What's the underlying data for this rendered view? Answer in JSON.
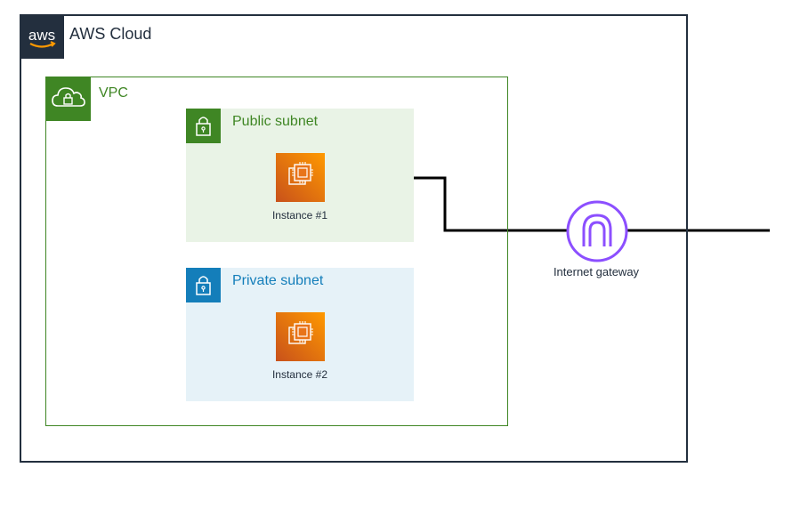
{
  "cloud": {
    "title": "AWS Cloud",
    "logo_text": "aws"
  },
  "vpc": {
    "title": "VPC"
  },
  "public_subnet": {
    "title": "Public subnet",
    "instance_label": "Instance #1"
  },
  "private_subnet": {
    "title": "Private subnet",
    "instance_label": "Instance #2"
  },
  "internet_gateway": {
    "label": "Internet gateway"
  },
  "colors": {
    "cloud_border": "#232f3e",
    "vpc_green": "#3f8624",
    "public_fill": "#e9f3e6",
    "private_blue": "#147eba",
    "private_fill": "#e6f2f8",
    "ec2_orange_dark": "#c8511b",
    "ec2_orange_light": "#ff9900",
    "gateway_purple": "#8c4fff"
  }
}
